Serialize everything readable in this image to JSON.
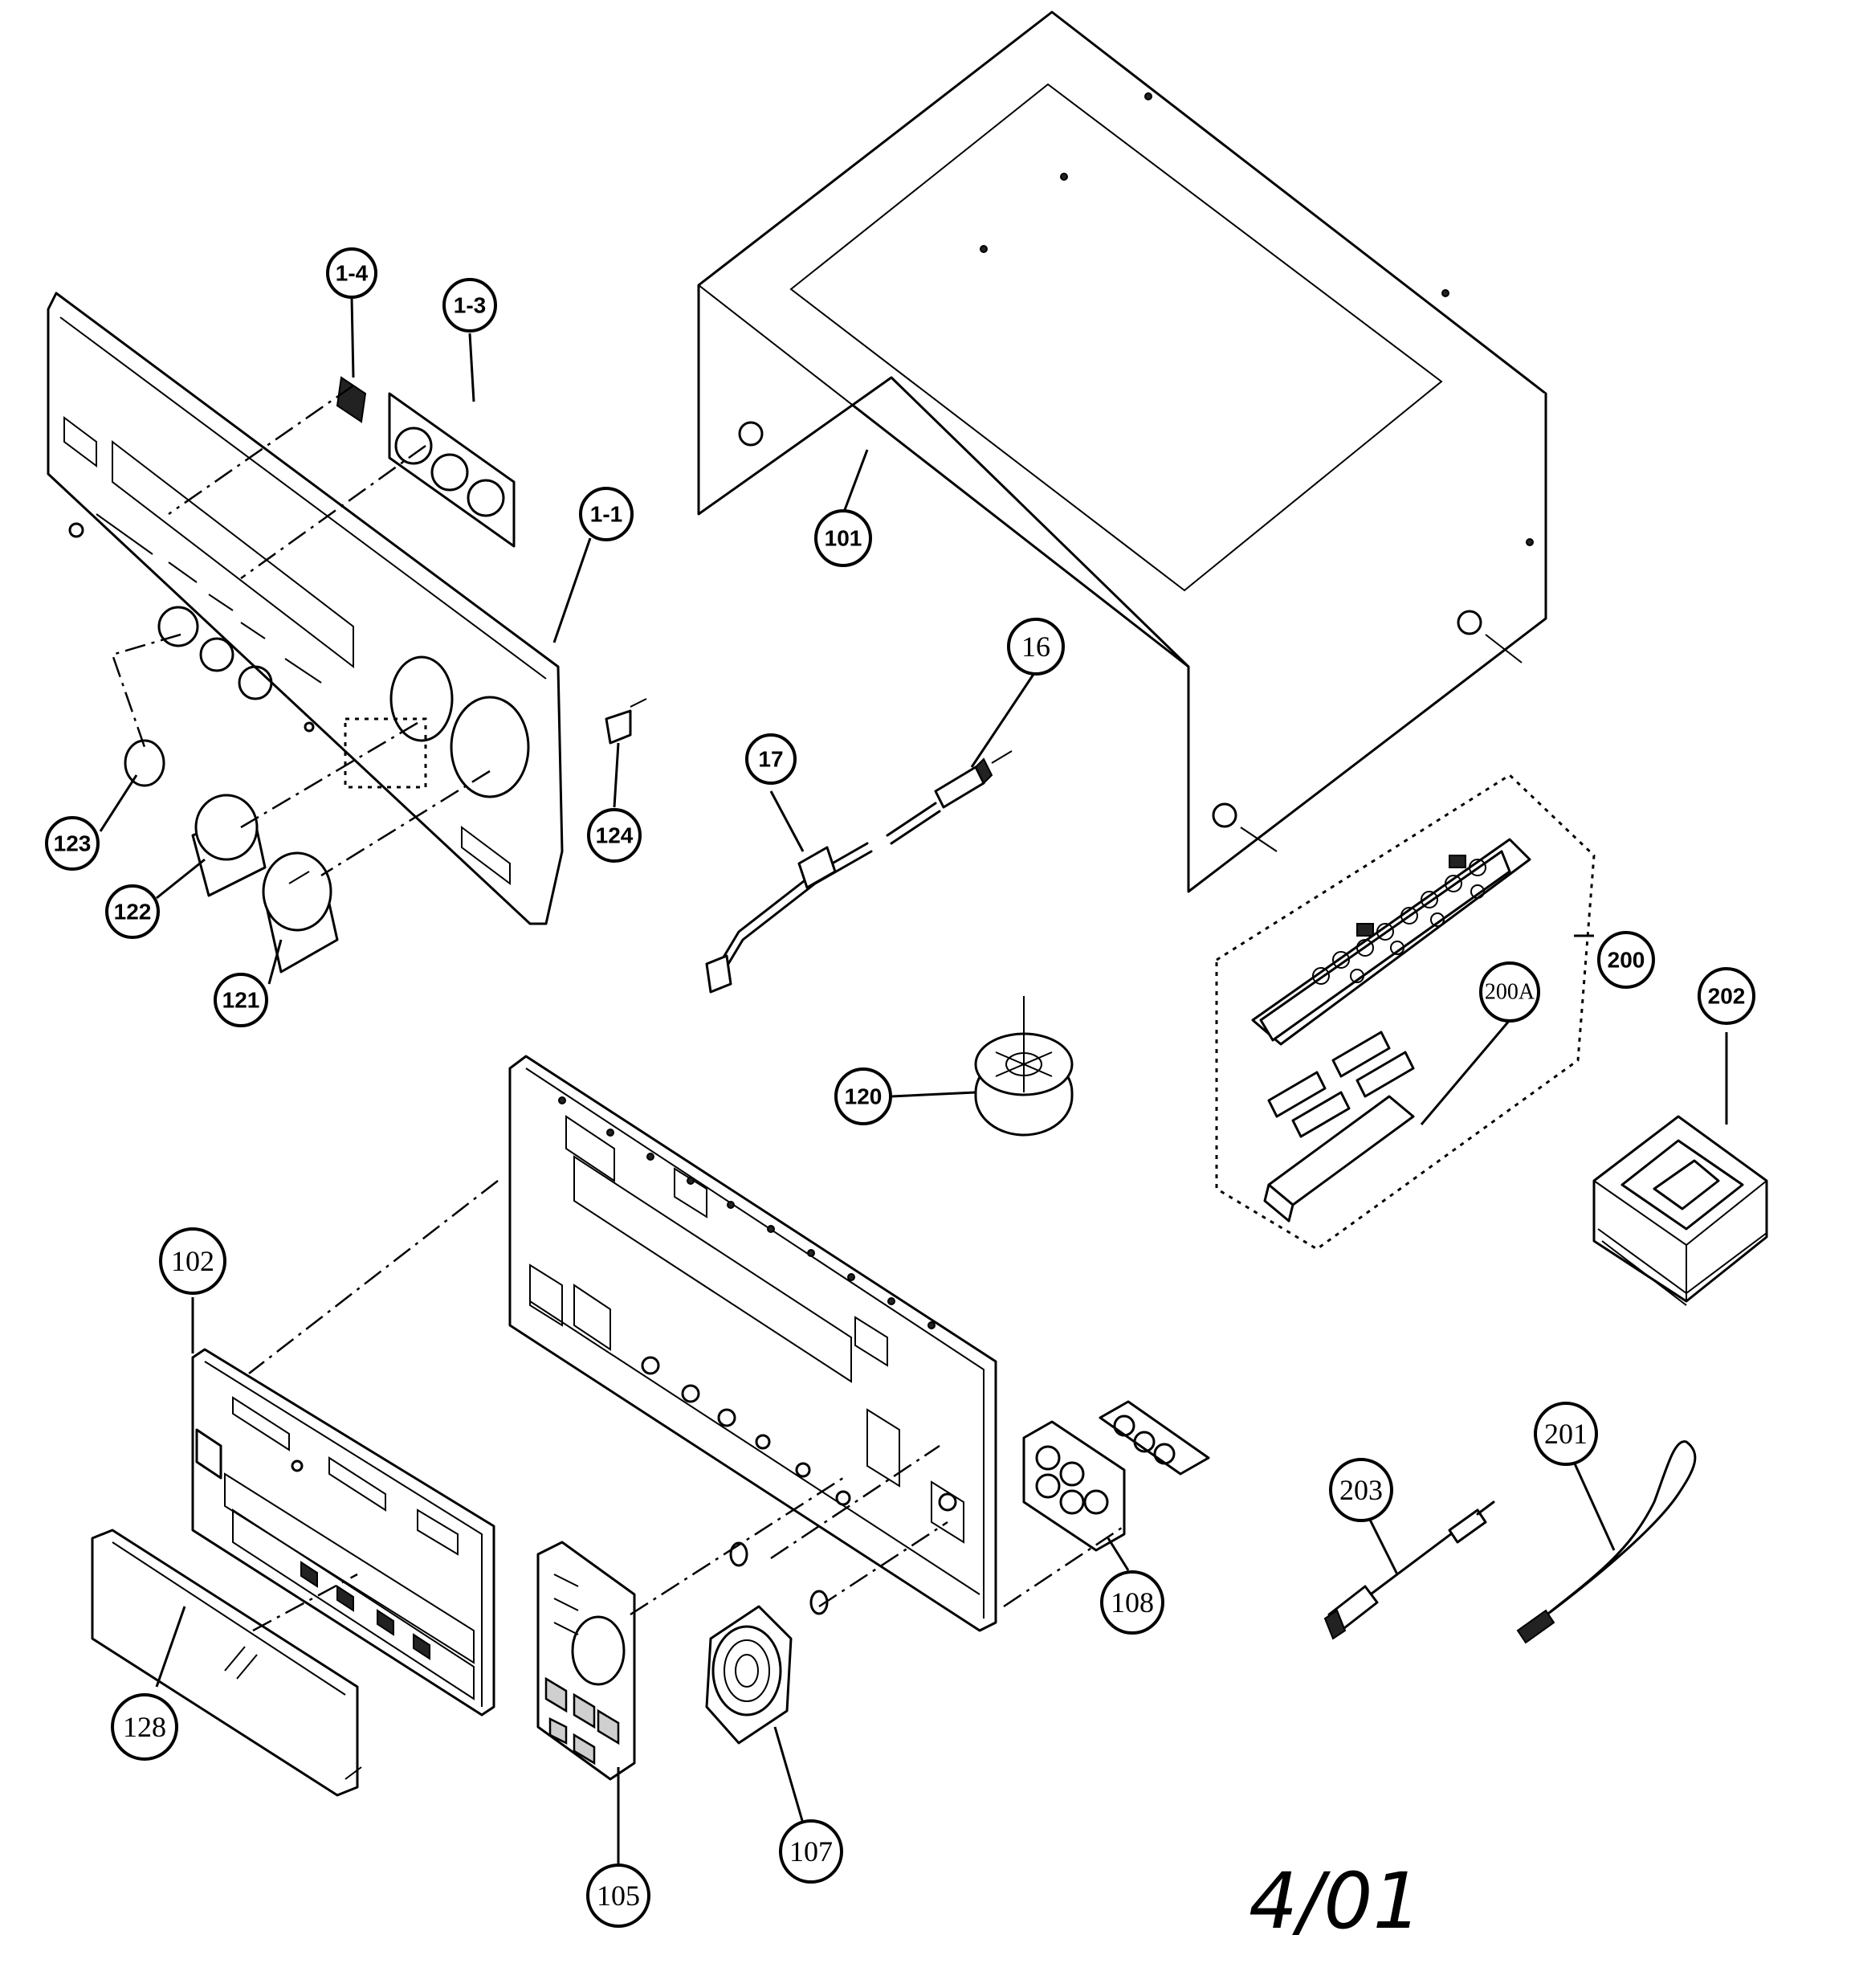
{
  "diagram": {
    "parts": [
      {
        "id": "1-4",
        "label": "1-4"
      },
      {
        "id": "1-3",
        "label": "1-3"
      },
      {
        "id": "1-1",
        "label": "1-1"
      },
      {
        "id": "101",
        "label": "101"
      },
      {
        "id": "16",
        "label": "16"
      },
      {
        "id": "17",
        "label": "17"
      },
      {
        "id": "123",
        "label": "123"
      },
      {
        "id": "122",
        "label": "122"
      },
      {
        "id": "121",
        "label": "121"
      },
      {
        "id": "124",
        "label": "124"
      },
      {
        "id": "200",
        "label": "200"
      },
      {
        "id": "200A",
        "label": "200A"
      },
      {
        "id": "202",
        "label": "202"
      },
      {
        "id": "120",
        "label": "120"
      },
      {
        "id": "102",
        "label": "102"
      },
      {
        "id": "128",
        "label": "128"
      },
      {
        "id": "105",
        "label": "105"
      },
      {
        "id": "107",
        "label": "107"
      },
      {
        "id": "108",
        "label": "108"
      },
      {
        "id": "203",
        "label": "203"
      },
      {
        "id": "201",
        "label": "201"
      }
    ],
    "date_mark": "4/01"
  }
}
